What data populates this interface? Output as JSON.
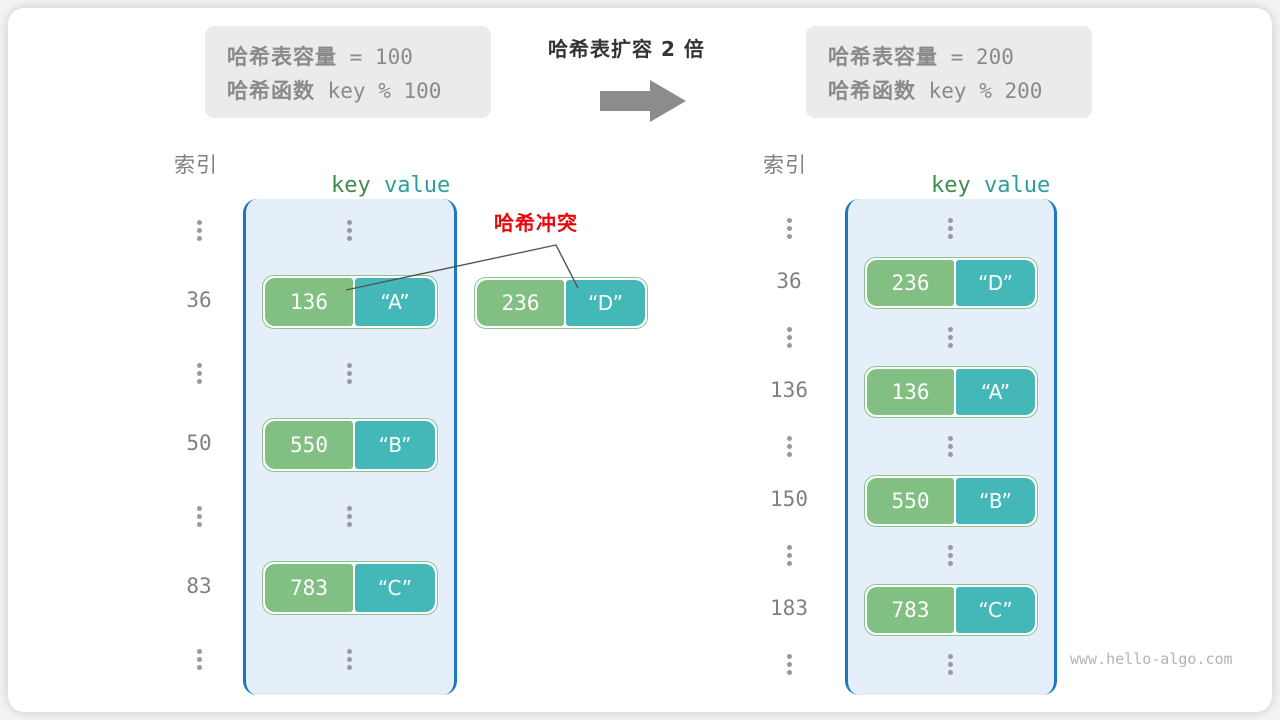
{
  "diagram": {
    "title": "哈希表扩容 2 倍",
    "watermark": "www.hello-algo.com",
    "collision_label": "哈希冲突",
    "arrow": "right-arrow"
  },
  "before": {
    "info": {
      "capacity_label": "哈希表容量",
      "capacity_value": " = 100",
      "hashfunc_label": "哈希函数",
      "hashfunc_value": " key % 100"
    },
    "headers": {
      "index": "索引",
      "key": "key",
      "value": "value"
    },
    "rows": [
      {
        "index": "⋮",
        "type": "ellipsis"
      },
      {
        "index": "36",
        "type": "entry",
        "key": "136",
        "value": "“A”"
      },
      {
        "index": "⋮",
        "type": "ellipsis"
      },
      {
        "index": "50",
        "type": "entry",
        "key": "550",
        "value": "“B”"
      },
      {
        "index": "⋮",
        "type": "ellipsis"
      },
      {
        "index": "83",
        "type": "entry",
        "key": "783",
        "value": "“C”"
      },
      {
        "index": "⋮",
        "type": "ellipsis"
      }
    ],
    "overflow_entry": {
      "key": "236",
      "value": "“D”"
    }
  },
  "after": {
    "info": {
      "capacity_label": "哈希表容量",
      "capacity_value": " = 200",
      "hashfunc_label": "哈希函数",
      "hashfunc_value": " key % 200"
    },
    "headers": {
      "index": "索引",
      "key": "key",
      "value": "value"
    },
    "rows": [
      {
        "index": "⋮",
        "type": "ellipsis"
      },
      {
        "index": "36",
        "type": "entry",
        "key": "236",
        "value": "“D”"
      },
      {
        "index": "⋮",
        "type": "ellipsis"
      },
      {
        "index": "136",
        "type": "entry",
        "key": "136",
        "value": "“A”"
      },
      {
        "index": "⋮",
        "type": "ellipsis"
      },
      {
        "index": "150",
        "type": "entry",
        "key": "550",
        "value": "“B”"
      },
      {
        "index": "⋮",
        "type": "ellipsis"
      },
      {
        "index": "183",
        "type": "entry",
        "key": "783",
        "value": "“C”"
      },
      {
        "index": "⋮",
        "type": "ellipsis"
      }
    ]
  },
  "colors": {
    "key_fill": "#81bf83",
    "value_fill": "#44b8b8",
    "bucket_fill": "#e4eff9",
    "bucket_border": "#1f77c4",
    "collision": "#e8070b",
    "info_bg": "#ebebeb",
    "muted_text": "#808080"
  }
}
